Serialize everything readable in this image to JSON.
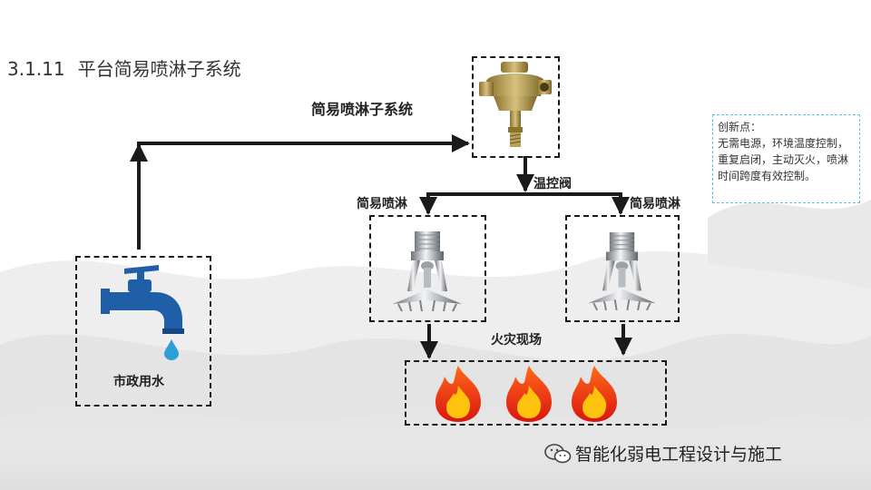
{
  "title": {
    "number": "3.1.11",
    "text": "平台简易喷淋子系统"
  },
  "labels": {
    "subsystem": "简易喷淋子系统",
    "valve": "温控阀",
    "sprinkler_left": "简易喷淋",
    "sprinkler_right": "简易喷淋",
    "fire_scene": "火灾现场",
    "municipal_water": "市政用水"
  },
  "note": {
    "heading": "创新点：",
    "body": "无需电源，环境温度控制，重复启闭，主动灭火，喷淋时间跨度有效控制。"
  },
  "watermark": "智能化弱电工程设计与施工",
  "icons": [
    "valve-icon",
    "faucet-icon",
    "water-drop-icon",
    "sprinkler-icon",
    "flame-icon",
    "wechat-icon"
  ],
  "colors": {
    "pipe": "#1a1a1a",
    "faucet": "#1f5fa8",
    "flame_outer": "#e8231c",
    "flame_inner": "#ffc20e",
    "note_border": "#5bc6e6"
  }
}
